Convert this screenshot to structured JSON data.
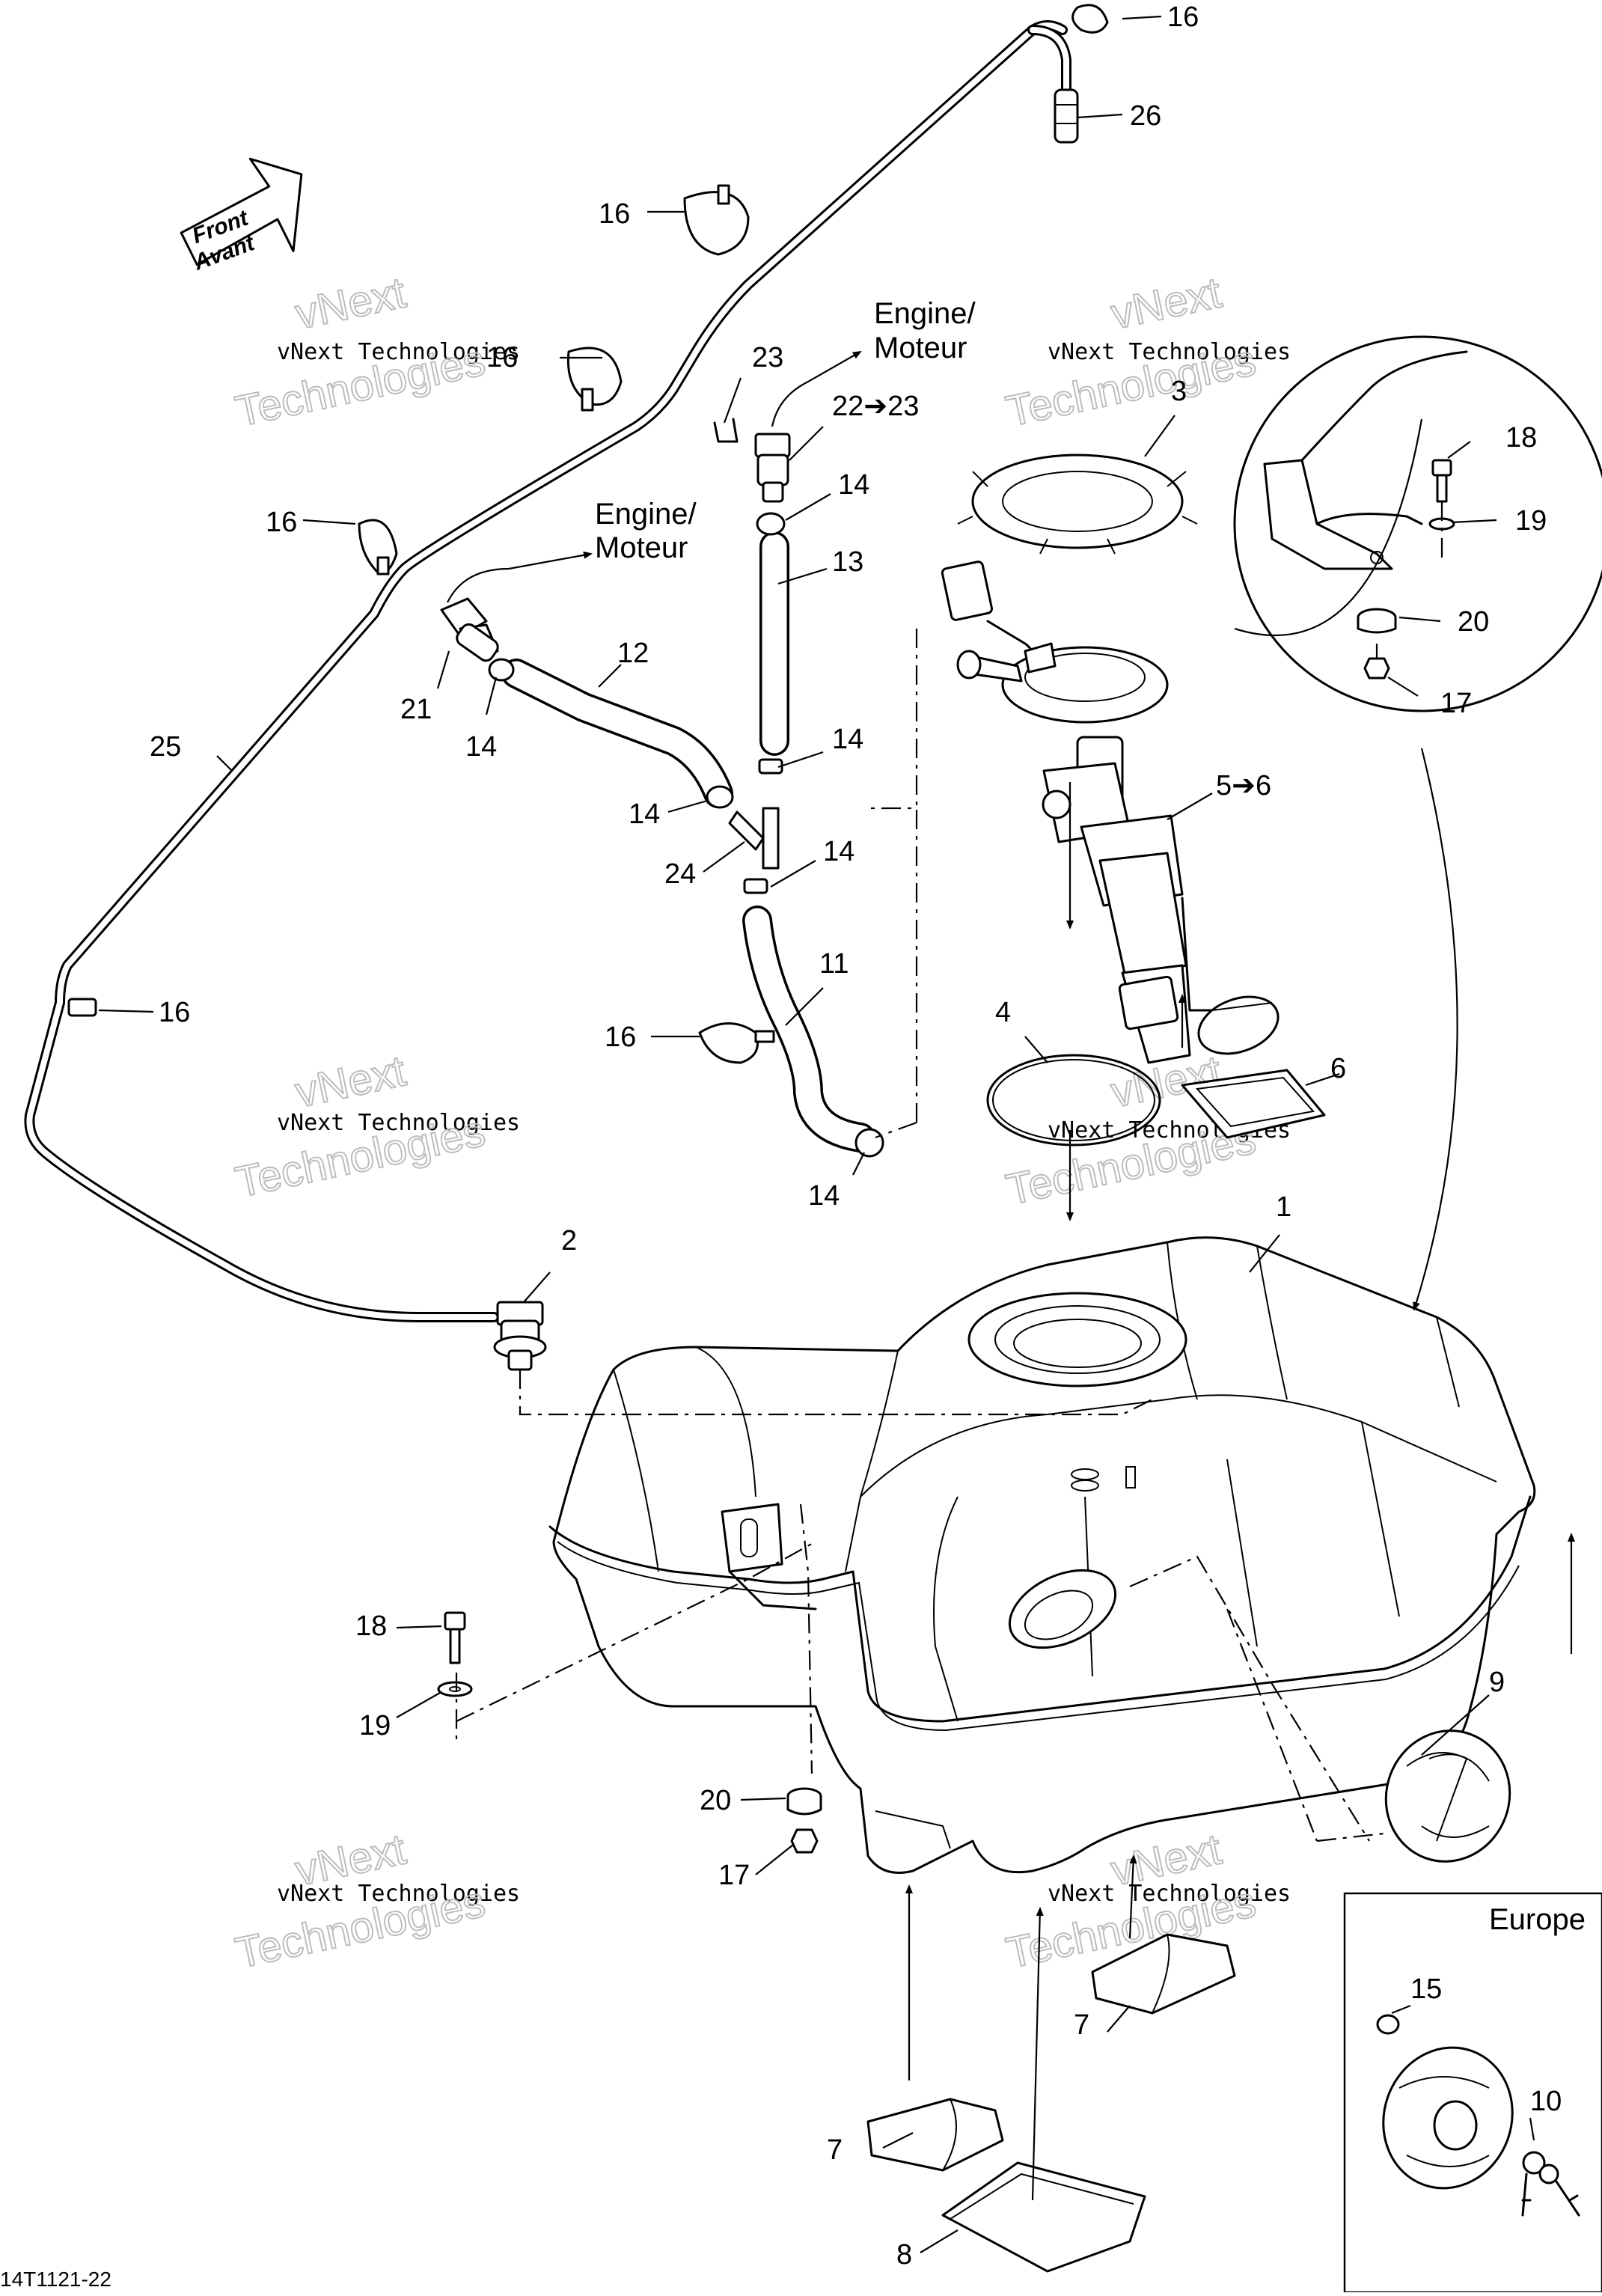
{
  "drawing_code": "14T1121-22",
  "front_arrow": {
    "line1": "Front",
    "line2": "Avant"
  },
  "engine_labels": [
    {
      "line1": "Engine/",
      "line2": "Moteur"
    },
    {
      "line1": "Engine/",
      "line2": "Moteur"
    }
  ],
  "inset_title": "Europe",
  "watermark": {
    "line1": "vNext",
    "line2": "vNext Technologies",
    "line3": "Technologies"
  },
  "callouts": {
    "c1": "1",
    "c2": "2",
    "c3": "3",
    "c4": "4",
    "c5": "5➔6",
    "c6": "6",
    "c7a": "7",
    "c7b": "7",
    "c8": "8",
    "c9": "9",
    "c10": "10",
    "c11": "11",
    "c12": "12",
    "c13": "13",
    "c14a": "14",
    "c14b": "14",
    "c14c": "14",
    "c14d": "14",
    "c14e": "14",
    "c14f": "14",
    "c15": "15",
    "c16a": "16",
    "c16b": "16",
    "c16c": "16",
    "c16d": "16",
    "c16e": "16",
    "c16f": "16",
    "c17a": "17",
    "c17b": "17",
    "c18a": "18",
    "c18b": "18",
    "c19a": "19",
    "c19b": "19",
    "c20a": "20",
    "c20b": "20",
    "c21": "21",
    "c22": "22➔23",
    "c23": "23",
    "c24": "24",
    "c25": "25",
    "c26": "26"
  }
}
